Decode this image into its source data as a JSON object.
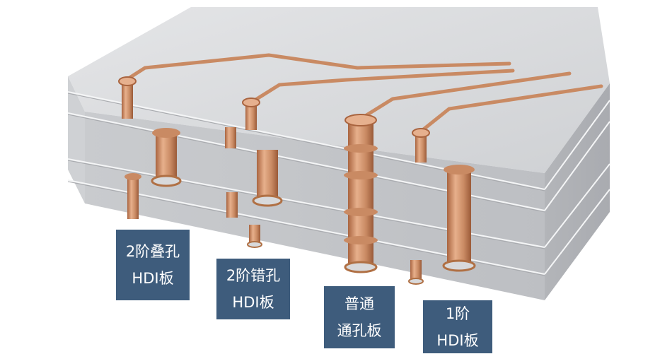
{
  "colors": {
    "board_top": "#d9dadc",
    "board_side": "#c3c5c8",
    "board_end": "#b7b9bd",
    "copper": "#c98a63",
    "label_bg": "#3e5c7c",
    "label_text": "#ffffff"
  },
  "labels": [
    {
      "id": "stacked",
      "lines": [
        "2阶叠孔",
        "HDI板"
      ]
    },
    {
      "id": "staggered",
      "lines": [
        "2阶错孔",
        "HDI板"
      ]
    },
    {
      "id": "through",
      "lines": [
        "普通",
        "通孔板"
      ]
    },
    {
      "id": "first-order",
      "lines": [
        "1阶",
        "HDI板"
      ]
    }
  ]
}
